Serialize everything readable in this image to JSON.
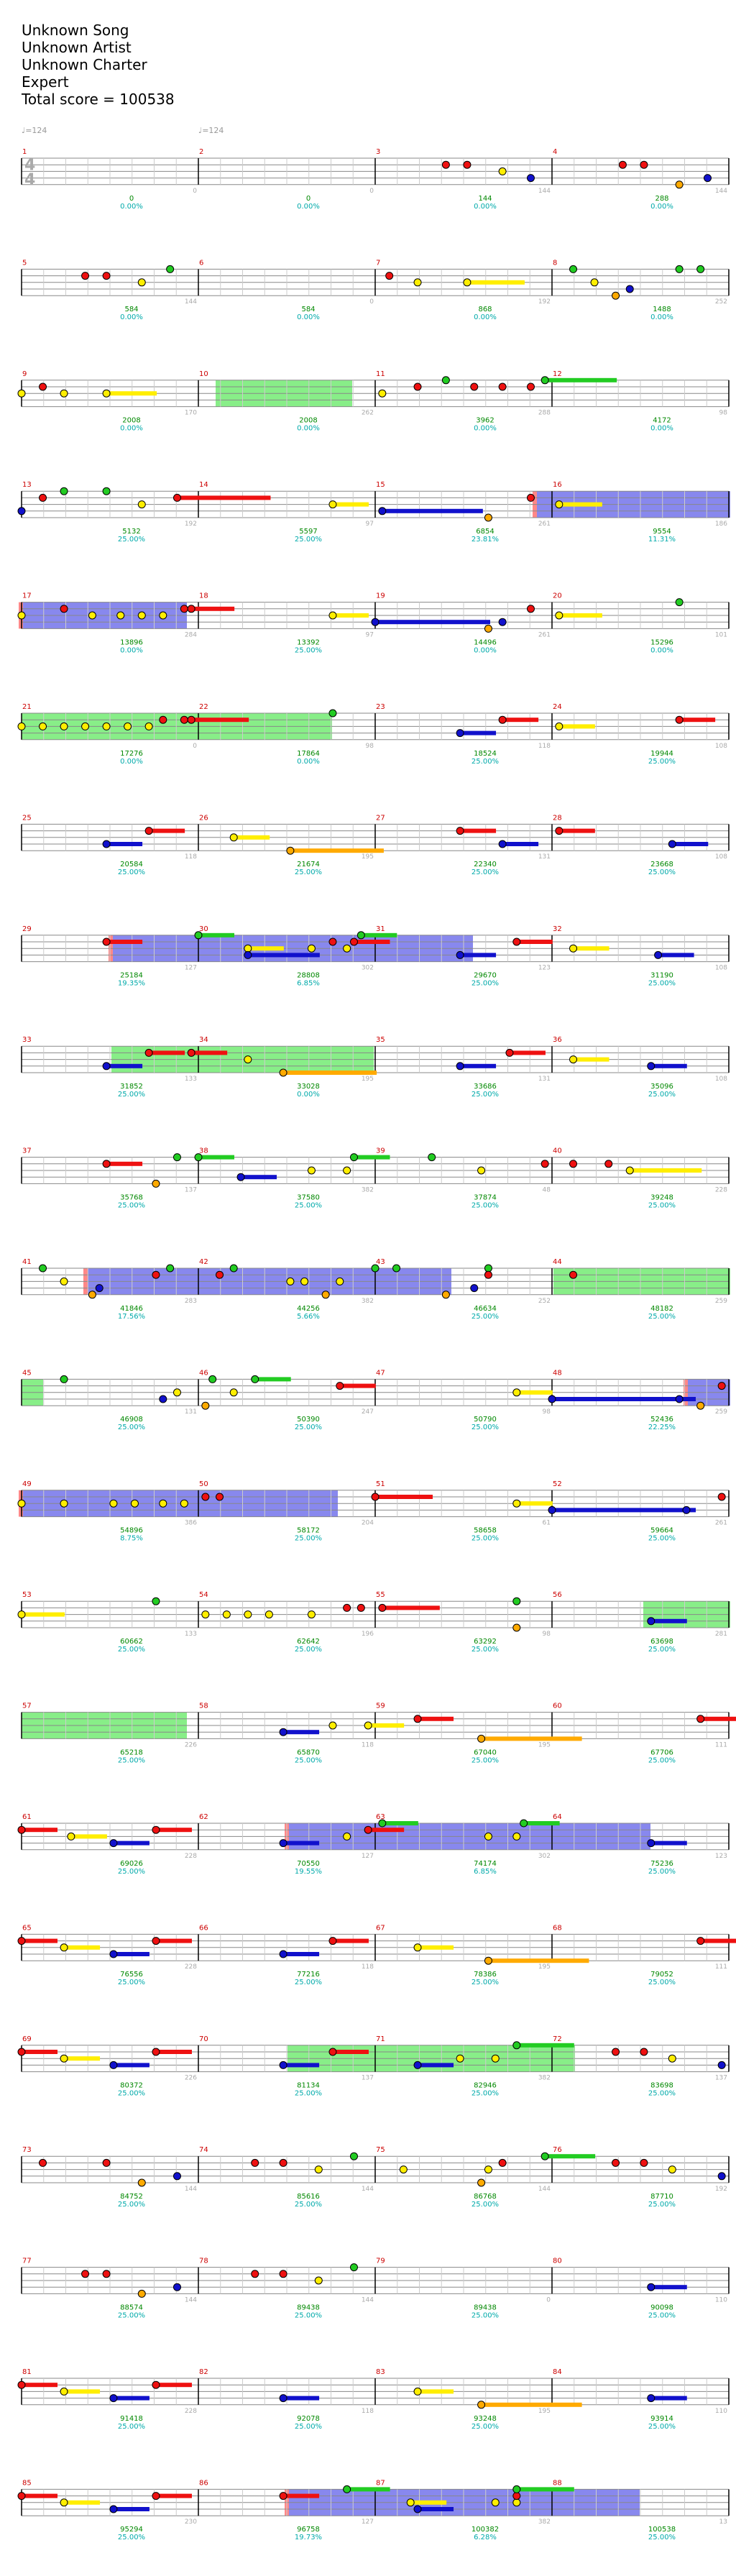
{
  "header": {
    "song": "Unknown Song",
    "artist": "Unknown Artist",
    "charter": "Unknown Charter",
    "difficulty": "Expert",
    "total_score": "Total score = 100538"
  },
  "tempo_markers": [
    {
      "label": "♩=124",
      "measure": 1
    },
    {
      "label": "♩=124",
      "measure": 2
    }
  ],
  "time_signature": {
    "numerator": "4",
    "denominator": "4"
  },
  "colors": {
    "green": "#22cc22",
    "red": "#ee1111",
    "yellow": "#ffee00",
    "blue": "#1111cc",
    "orange": "#ffaa00",
    "starpower": "#88ee88",
    "solo": "#8888ee",
    "solo_edge": "#ff8888",
    "measure_number": "#cc0000",
    "score_text": "#008800",
    "percent_text": "#00aaaa"
  },
  "rows": [
    {
      "measures": [
        {
          "num": "1",
          "notes": 0,
          "score": "0",
          "pct": "0.00%",
          "notes_shown": ""
        },
        {
          "num": "2",
          "notes": 0,
          "score": "0",
          "pct": "0.00%"
        },
        {
          "num": "3",
          "notes": 144,
          "score": "144",
          "pct": "0.00%"
        },
        {
          "num": "4",
          "notes": 144,
          "score": "288",
          "pct": "0.00%"
        }
      ]
    },
    {
      "measures": [
        {
          "num": "5",
          "notes": 144,
          "score": "584",
          "pct": "0.00%"
        },
        {
          "num": "6",
          "notes": 0,
          "score": "584",
          "pct": "0.00%"
        },
        {
          "num": "7",
          "notes": 192,
          "score": "868",
          "pct": "0.00%"
        },
        {
          "num": "8",
          "notes": 252,
          "score": "1488",
          "pct": "0.00%"
        }
      ]
    },
    {
      "measures": [
        {
          "num": "9",
          "notes": 170,
          "score": "2008",
          "pct": "0.00%"
        },
        {
          "num": "10",
          "notes": 262,
          "score": "2008",
          "pct": "0.00%"
        },
        {
          "num": "11",
          "notes": 288,
          "score": "3962",
          "pct": "0.00%"
        },
        {
          "num": "12",
          "notes": 98,
          "score": "4172",
          "pct": "0.00%"
        }
      ]
    },
    {
      "measures": [
        {
          "num": "13",
          "notes": 192,
          "score": "5132",
          "pct": "25.00%"
        },
        {
          "num": "14",
          "notes": 97,
          "score": "5597",
          "pct": "25.00%"
        },
        {
          "num": "15",
          "notes": 261,
          "score": "6854",
          "pct": "23.81%"
        },
        {
          "num": "16",
          "notes": 186,
          "score": "9554",
          "pct": "11.31%"
        }
      ]
    },
    {
      "measures": [
        {
          "num": "17",
          "notes": 284,
          "score": "13896",
          "pct": "0.00%"
        },
        {
          "num": "18",
          "notes": 97,
          "score": "13392",
          "pct": "25.00%"
        },
        {
          "num": "19",
          "notes": 261,
          "score": "14496",
          "pct": "0.00%"
        },
        {
          "num": "20",
          "notes": 101,
          "score": "15296",
          "pct": "0.00%"
        }
      ]
    },
    {
      "measures": [
        {
          "num": "21",
          "notes": 0,
          "score": "17276",
          "pct": "0.00%"
        },
        {
          "num": "22",
          "notes": 98,
          "score": "17864",
          "pct": "0.00%"
        },
        {
          "num": "23",
          "notes": 118,
          "score": "18524",
          "pct": "25.00%"
        },
        {
          "num": "24",
          "notes": 108,
          "score": "19944",
          "pct": "25.00%"
        }
      ]
    },
    {
      "measures": [
        {
          "num": "25",
          "notes": 118,
          "score": "20584",
          "pct": "25.00%"
        },
        {
          "num": "26",
          "notes": 195,
          "score": "21674",
          "pct": "25.00%"
        },
        {
          "num": "27",
          "notes": 131,
          "score": "22340",
          "pct": "25.00%"
        },
        {
          "num": "28",
          "notes": 108,
          "score": "23668",
          "pct": "25.00%"
        }
      ]
    },
    {
      "measures": [
        {
          "num": "29",
          "notes": 127,
          "score": "25184",
          "pct": "19.35%"
        },
        {
          "num": "30",
          "notes": 302,
          "score": "28808",
          "pct": "6.85%"
        },
        {
          "num": "31",
          "notes": 123,
          "score": "29670",
          "pct": "25.00%"
        },
        {
          "num": "32",
          "notes": 108,
          "score": "31190",
          "pct": "25.00%"
        }
      ]
    },
    {
      "measures": [
        {
          "num": "33",
          "notes": 133,
          "score": "31852",
          "pct": "25.00%"
        },
        {
          "num": "34",
          "notes": 195,
          "score": "33028",
          "pct": "0.00%"
        },
        {
          "num": "35",
          "notes": 131,
          "score": "33686",
          "pct": "25.00%"
        },
        {
          "num": "36",
          "notes": 108,
          "score": "35096",
          "pct": "25.00%"
        }
      ]
    },
    {
      "measures": [
        {
          "num": "37",
          "notes": 137,
          "score": "35768",
          "pct": "25.00%"
        },
        {
          "num": "38",
          "notes": 382,
          "score": "37580",
          "pct": "25.00%"
        },
        {
          "num": "39",
          "notes": 48,
          "score": "37874",
          "pct": "25.00%"
        },
        {
          "num": "40",
          "notes": 228,
          "score": "39248",
          "pct": "25.00%"
        }
      ]
    },
    {
      "measures": [
        {
          "num": "41",
          "notes": 283,
          "score": "41846",
          "pct": "17.56%"
        },
        {
          "num": "42",
          "notes": 382,
          "score": "44256",
          "pct": "5.66%"
        },
        {
          "num": "43",
          "notes": 252,
          "score": "46634",
          "pct": "25.00%"
        },
        {
          "num": "44",
          "notes": 259,
          "score": "48182",
          "pct": "25.00%"
        }
      ]
    },
    {
      "measures": [
        {
          "num": "45",
          "notes": 131,
          "score": "46908",
          "pct": "25.00%"
        },
        {
          "num": "46",
          "notes": 247,
          "score": "50390",
          "pct": "25.00%"
        },
        {
          "num": "47",
          "notes": 98,
          "score": "50790",
          "pct": "25.00%"
        },
        {
          "num": "48",
          "notes": 259,
          "score": "52436",
          "pct": "22.25%"
        }
      ]
    },
    {
      "measures": [
        {
          "num": "49",
          "notes": 386,
          "score": "54896",
          "pct": "8.75%"
        },
        {
          "num": "50",
          "notes": 204,
          "score": "58172",
          "pct": "25.00%"
        },
        {
          "num": "51",
          "notes": 61,
          "score": "58658",
          "pct": "25.00%"
        },
        {
          "num": "52",
          "notes": 261,
          "score": "59664",
          "pct": "25.00%"
        }
      ]
    },
    {
      "measures": [
        {
          "num": "53",
          "notes": 133,
          "score": "60662",
          "pct": "25.00%"
        },
        {
          "num": "54",
          "notes": 196,
          "score": "62642",
          "pct": "25.00%"
        },
        {
          "num": "55",
          "notes": 98,
          "score": "63292",
          "pct": "25.00%"
        },
        {
          "num": "56",
          "notes": 281,
          "score": "63698",
          "pct": "25.00%"
        }
      ]
    },
    {
      "measures": [
        {
          "num": "57",
          "notes": 226,
          "score": "65218",
          "pct": "25.00%"
        },
        {
          "num": "58",
          "notes": 118,
          "score": "65870",
          "pct": "25.00%"
        },
        {
          "num": "59",
          "notes": 195,
          "score": "67040",
          "pct": "25.00%"
        },
        {
          "num": "60",
          "notes": 111,
          "score": "67706",
          "pct": "25.00%"
        }
      ]
    },
    {
      "measures": [
        {
          "num": "61",
          "notes": 228,
          "score": "69026",
          "pct": "25.00%"
        },
        {
          "num": "62",
          "notes": 127,
          "score": "70550",
          "pct": "19.55%"
        },
        {
          "num": "63",
          "notes": 302,
          "score": "74174",
          "pct": "6.85%"
        },
        {
          "num": "64",
          "notes": 123,
          "score": "75236",
          "pct": "25.00%"
        }
      ]
    },
    {
      "measures": [
        {
          "num": "65",
          "notes": 228,
          "score": "76556",
          "pct": "25.00%"
        },
        {
          "num": "66",
          "notes": 118,
          "score": "77216",
          "pct": "25.00%"
        },
        {
          "num": "67",
          "notes": 195,
          "score": "78386",
          "pct": "25.00%"
        },
        {
          "num": "68",
          "notes": 111,
          "score": "79052",
          "pct": "25.00%"
        }
      ]
    },
    {
      "measures": [
        {
          "num": "69",
          "notes": 226,
          "score": "80372",
          "pct": "25.00%"
        },
        {
          "num": "70",
          "notes": 137,
          "score": "81134",
          "pct": "25.00%"
        },
        {
          "num": "71",
          "notes": 382,
          "score": "82946",
          "pct": "25.00%"
        },
        {
          "num": "72",
          "notes": 137,
          "score": "83698",
          "pct": "25.00%"
        }
      ]
    },
    {
      "measures": [
        {
          "num": "73",
          "notes": 144,
          "score": "84752",
          "pct": "25.00%"
        },
        {
          "num": "74",
          "notes": 144,
          "score": "85616",
          "pct": "25.00%"
        },
        {
          "num": "75",
          "notes": 144,
          "score": "86768",
          "pct": "25.00%"
        },
        {
          "num": "76",
          "notes": 192,
          "score": "87710",
          "pct": "25.00%"
        }
      ]
    },
    {
      "measures": [
        {
          "num": "77",
          "notes": 144,
          "score": "88574",
          "pct": "25.00%"
        },
        {
          "num": "78",
          "notes": 144,
          "score": "89438",
          "pct": "25.00%"
        },
        {
          "num": "79",
          "notes": 0,
          "score": "89438",
          "pct": "25.00%"
        },
        {
          "num": "80",
          "notes": 110,
          "score": "90098",
          "pct": "25.00%"
        }
      ]
    },
    {
      "measures": [
        {
          "num": "81",
          "notes": 228,
          "score": "91418",
          "pct": "25.00%"
        },
        {
          "num": "82",
          "notes": 118,
          "score": "92078",
          "pct": "25.00%"
        },
        {
          "num": "83",
          "notes": 195,
          "score": "93248",
          "pct": "25.00%"
        },
        {
          "num": "84",
          "notes": 110,
          "score": "93914",
          "pct": "25.00%"
        }
      ]
    },
    {
      "measures": [
        {
          "num": "85",
          "notes": 230,
          "score": "95294",
          "pct": "25.00%"
        },
        {
          "num": "86",
          "notes": 127,
          "score": "96758",
          "pct": "19.73%"
        },
        {
          "num": "87",
          "notes": 382,
          "score": "100382",
          "pct": "6.28%"
        },
        {
          "num": "88",
          "notes": 13,
          "score": "100538",
          "pct": "25.00%"
        }
      ]
    }
  ]
}
